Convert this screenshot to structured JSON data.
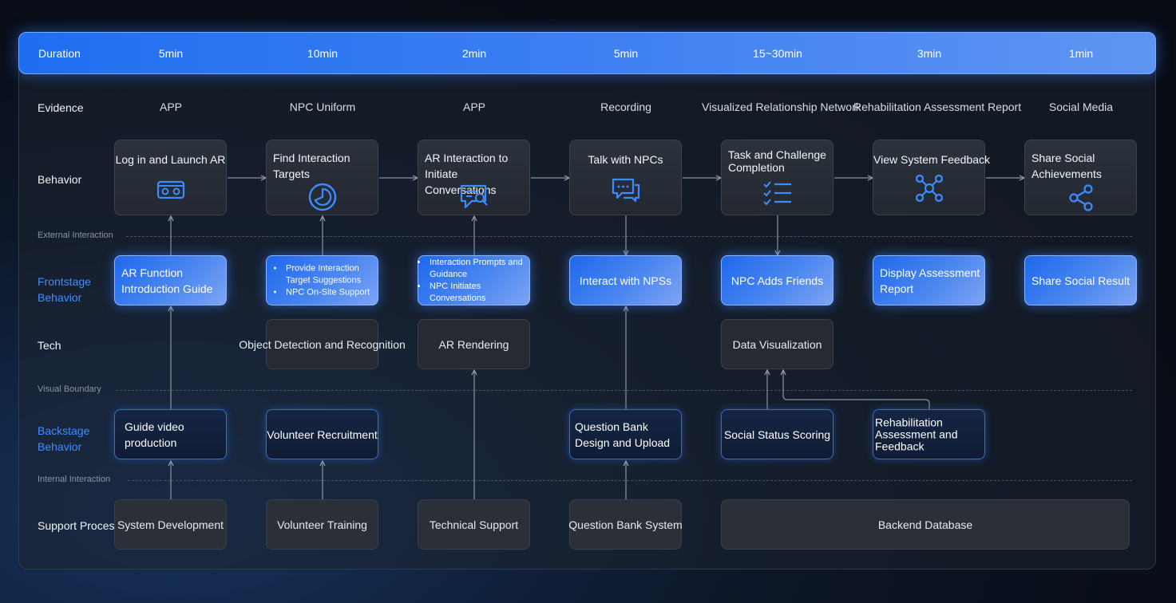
{
  "header": {
    "label": "Duration",
    "durations": [
      "5min",
      "10min",
      "2min",
      "5min",
      "15~30min",
      "3min",
      "1min"
    ]
  },
  "rows": {
    "evidence": "Evidence",
    "behavior": "Behavior",
    "frontstage": "Frontstage\nBehavior",
    "tech": "Tech",
    "backstage": "Backstage\nBehavior",
    "support": "Support Process"
  },
  "separators": {
    "external": "External Interaction",
    "visual": "Visual Boundary",
    "internal": "Internal Interaction"
  },
  "evidence": [
    "APP",
    "NPC Uniform",
    "APP",
    "Recording",
    "Visualized Relationship Network",
    "Rehabilitation Assessment Report",
    "Social Media"
  ],
  "behavior": [
    {
      "label": "Log in and Launch AR",
      "icon": "vr-headset-icon"
    },
    {
      "label": "Find Interaction Targets",
      "icon": "target-icon"
    },
    {
      "label": "AR Interaction to Initiate Conversations",
      "icon": "chat-search-icon"
    },
    {
      "label": "Talk with NPCs",
      "icon": "chat-bubbles-icon"
    },
    {
      "label": "Task and Challenge Completion",
      "icon": "checklist-icon"
    },
    {
      "label": "View System Feedback",
      "icon": "network-icon"
    },
    {
      "label": "Share Social Achievements",
      "icon": "share-icon"
    }
  ],
  "frontstage": {
    "f1": "AR Function Introduction Guide",
    "f2": [
      "Provide Interaction Target Suggestions",
      "NPC On-Site Support"
    ],
    "f3": [
      "Interaction Prompts and Guidance",
      "NPC Initiates Conversations"
    ],
    "f4": "Interact with NPSs",
    "f5": "NPC Adds Friends",
    "f6": "Display Assessment Report",
    "f7": "Share Social Result"
  },
  "tech": [
    "Object Detection and Recognition",
    "AR Rendering",
    "Data Visualization"
  ],
  "backstage": [
    "Guide video production",
    "Volunteer Recruitment",
    "Question Bank Design and Upload",
    "Social Status Scoring",
    "Rehabilitation Assessment and Feedback"
  ],
  "support": [
    "System Development",
    "Volunteer Training",
    "Technical Support",
    "Question Bank System",
    "Backend Database"
  ],
  "colors": {
    "accent": "#1f6ef0",
    "label_blue": "#3f8cff",
    "background": "#0d1729"
  }
}
